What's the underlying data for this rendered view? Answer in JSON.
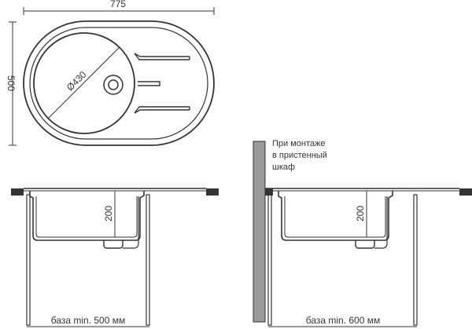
{
  "top_view": {
    "width_label": "775",
    "height_label": "500",
    "bowl_diameter_label": "Ø430"
  },
  "left_section": {
    "depth_label": "200",
    "base_label": "база min. 500 мм"
  },
  "right_section": {
    "depth_label": "200",
    "base_label": "база min. 600 мм",
    "note_lines": [
      "При монтаже",
      "в пристенный",
      "шкаф"
    ]
  },
  "colors": {
    "line": "#333333",
    "wall_fill": "#9a9a9a",
    "background": "#ffffff"
  }
}
